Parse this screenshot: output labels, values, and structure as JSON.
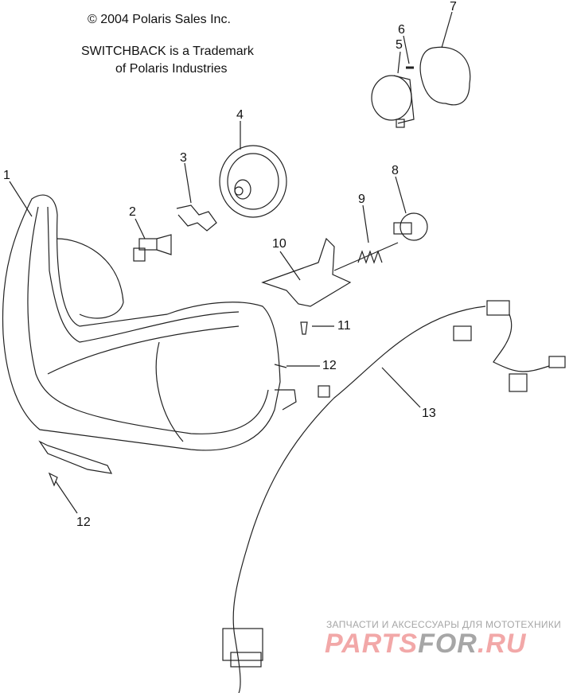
{
  "header": {
    "copyright": "© 2004 Polaris Sales Inc.",
    "trademark_line1": "SWITCHBACK is a Trademark",
    "trademark_line2": "of Polaris Industries"
  },
  "callouts": [
    "1",
    "2",
    "3",
    "4",
    "5",
    "6",
    "7",
    "8",
    "9",
    "10",
    "11",
    "12",
    "13",
    "12"
  ],
  "watermark": {
    "subtitle": "ЗАПЧАСТИ И АКСЕССУАРЫ ДЛЯ МОТОТЕХНИКИ",
    "logo_part1": "PARTS",
    "logo_part2": "FOR",
    "logo_part3": ".RU"
  }
}
